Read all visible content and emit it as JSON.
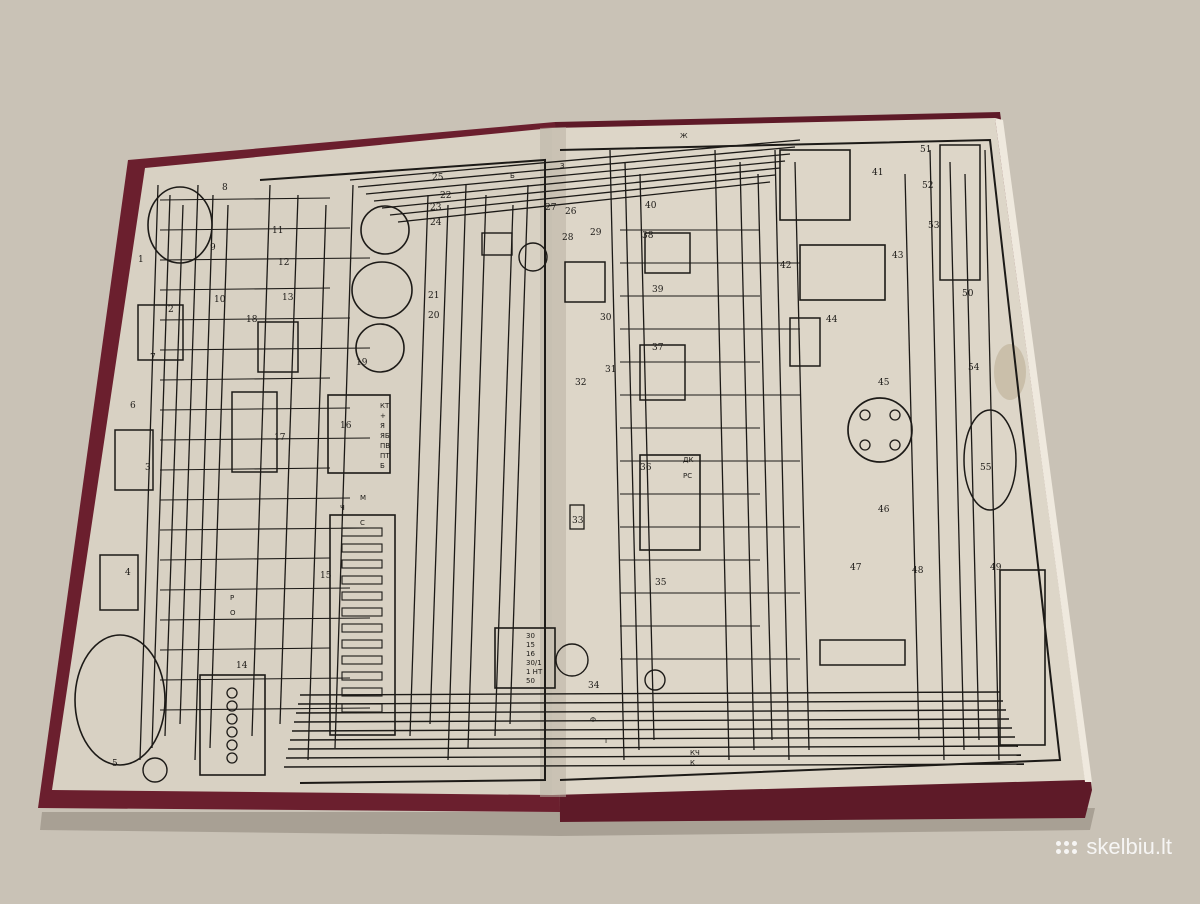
{
  "watermark": {
    "text": "skelbiu.lt"
  },
  "colors": {
    "table": "#c9c2b6",
    "cover": "#6b1f2e",
    "page": "#ddd6c8",
    "ink": "#1c1a17"
  },
  "diagram": {
    "left_numbers": [
      "1",
      "2",
      "3",
      "4",
      "5",
      "6",
      "7",
      "8",
      "9",
      "10",
      "11",
      "12",
      "13",
      "14",
      "15",
      "16",
      "17",
      "18",
      "19",
      "20",
      "21",
      "22",
      "23",
      "24",
      "25"
    ],
    "right_numbers": [
      "26",
      "27",
      "28",
      "29",
      "30",
      "31",
      "32",
      "33",
      "34",
      "35",
      "36",
      "37",
      "38",
      "39",
      "40",
      "41",
      "42",
      "43",
      "44",
      "45",
      "46",
      "47",
      "48",
      "49",
      "50",
      "51",
      "52",
      "53",
      "54",
      "55"
    ],
    "wire_letters": [
      "Ж",
      "З",
      "Б",
      "К",
      "Ф",
      "Г",
      "Р",
      "О",
      "Ч",
      "С",
      "М",
      "КЧ"
    ],
    "switch_terminals": [
      "30",
      "15",
      "16",
      "30/1",
      "1 НТ",
      "50"
    ],
    "relay_terminals": [
      "ДК",
      "РС"
    ],
    "block_terminals": [
      "КТ",
      "+",
      "Я",
      "ЯБ",
      "ПВ",
      "ПТ",
      "Б"
    ]
  }
}
